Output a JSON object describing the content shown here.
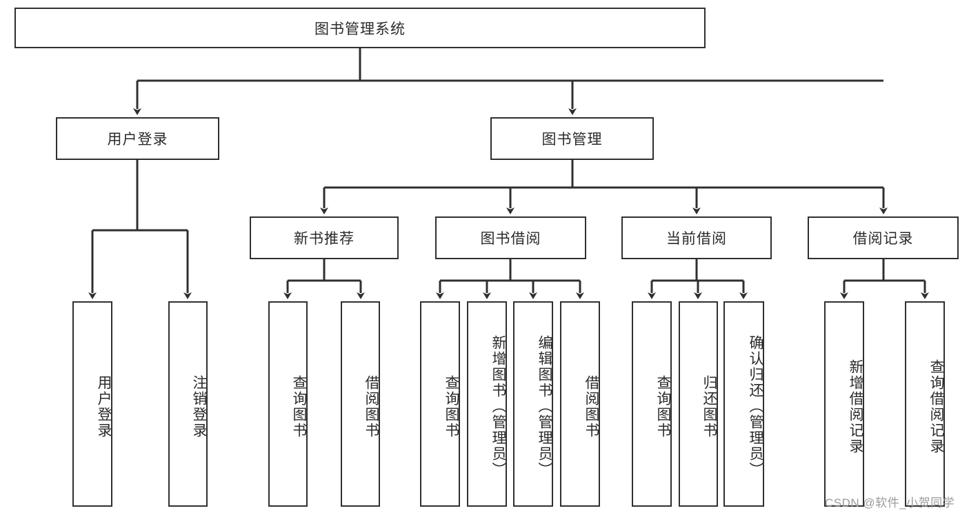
{
  "diagram": {
    "title_node": {
      "id": "root",
      "label": "图书管理系统"
    },
    "level2": [
      {
        "id": "login",
        "label": "用户登录"
      },
      {
        "id": "bookmgmt",
        "label": "图书管理"
      }
    ],
    "level3": [
      {
        "id": "newbook",
        "label": "新书推荐"
      },
      {
        "id": "borrow",
        "label": "图书借阅"
      },
      {
        "id": "current",
        "label": "当前借阅"
      },
      {
        "id": "records",
        "label": "借阅记录"
      }
    ],
    "leaves": [
      {
        "id": "leaf-user-login",
        "label": "用户登录",
        "parent": "login"
      },
      {
        "id": "leaf-user-logout",
        "label": "注销登录",
        "parent": "login"
      },
      {
        "id": "leaf-query-book-1",
        "label": "查询图书",
        "parent": "newbook"
      },
      {
        "id": "leaf-borrow-book-1",
        "label": "借阅图书",
        "parent": "newbook"
      },
      {
        "id": "leaf-query-book-2",
        "label": "查询图书",
        "parent": "borrow"
      },
      {
        "id": "leaf-add-book",
        "label": "新增图书（管理员）",
        "parent": "borrow"
      },
      {
        "id": "leaf-edit-book",
        "label": "编辑图书（管理员）",
        "parent": "borrow"
      },
      {
        "id": "leaf-borrow-book-2",
        "label": "借阅图书",
        "parent": "borrow"
      },
      {
        "id": "leaf-query-book-3",
        "label": "查询图书",
        "parent": "current"
      },
      {
        "id": "leaf-return-book",
        "label": "归还图书",
        "parent": "current"
      },
      {
        "id": "leaf-confirm-return",
        "label": "确认归还（管理员）",
        "parent": "current"
      },
      {
        "id": "leaf-add-record",
        "label": "新增借阅记录",
        "parent": "records"
      },
      {
        "id": "leaf-query-record",
        "label": "查询借阅记录",
        "parent": "records"
      }
    ],
    "watermark": "CSDN @软件_小贺同学",
    "colors": {
      "stroke": "#2f2f2f",
      "fill": "#ffffff",
      "text": "#2a2a2a",
      "watermark": "#9a9a9a"
    }
  }
}
